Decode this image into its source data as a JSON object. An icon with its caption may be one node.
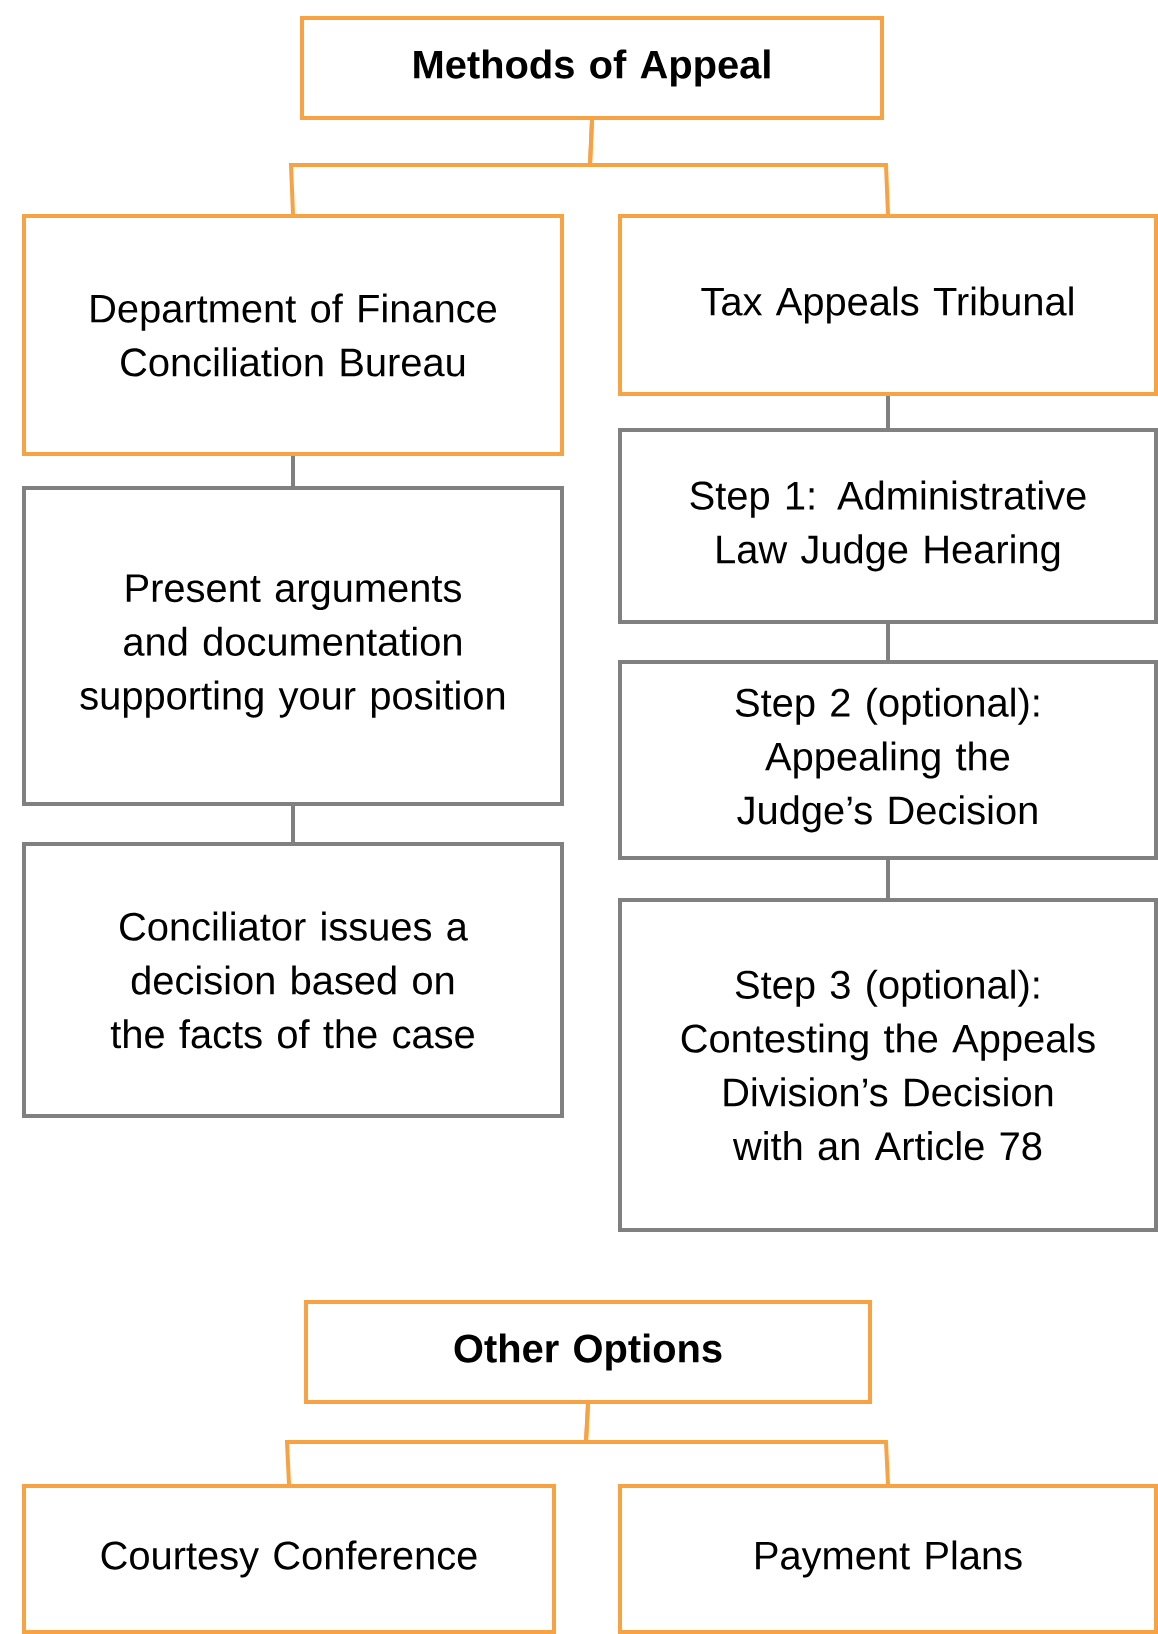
{
  "diagram": {
    "nodes": [
      {
        "text": [
          "Methods of Appeal"
        ]
      },
      {
        "text": [
          "Department of Finance Conciliation Bureau"
        ]
      },
      {
        "text": [
          "Tax Appeals Tribunal"
        ]
      },
      {
        "text": [
          "Present arguments and documentation supporting your position"
        ]
      },
      {
        "text": [
          "Conciliator issues a decision based on the facts of the case"
        ]
      },
      {
        "text": [
          "Step 1: Administrative Law Judge Hearing"
        ]
      },
      {
        "text": [
          "Step 2 (optional): Appealing the Judge’s Decision"
        ]
      },
      {
        "text": [
          "Step 3 (optional): Contesting the Appeals Division’s Decision with an Article 78"
        ]
      },
      {
        "text": [
          "Other Options"
        ]
      },
      {
        "text": [
          "Courtesy Conference"
        ]
      },
      {
        "text": [
          "Payment Plans"
        ]
      }
    ],
    "edges": [
      {
        "from": 0,
        "to": 1,
        "arrow": "none",
        "color": "#f7a343"
      },
      {
        "from": 0,
        "to": 2,
        "arrow": "none",
        "color": "#f7a343"
      },
      {
        "from": 1,
        "to": 3,
        "arrow": "none"
      },
      {
        "from": 3,
        "to": 4,
        "arrow": "none"
      },
      {
        "from": 2,
        "to": 5,
        "arrow": "none"
      },
      {
        "from": 5,
        "to": 6,
        "arrow": "none"
      },
      {
        "from": 6,
        "to": 7,
        "arrow": "none"
      },
      {
        "from": 8,
        "to": 9,
        "arrow": "none",
        "color": "#f7a343"
      },
      {
        "from": 8,
        "to": 10,
        "arrow": "none",
        "color": "#f7a343"
      }
    ]
  }
}
